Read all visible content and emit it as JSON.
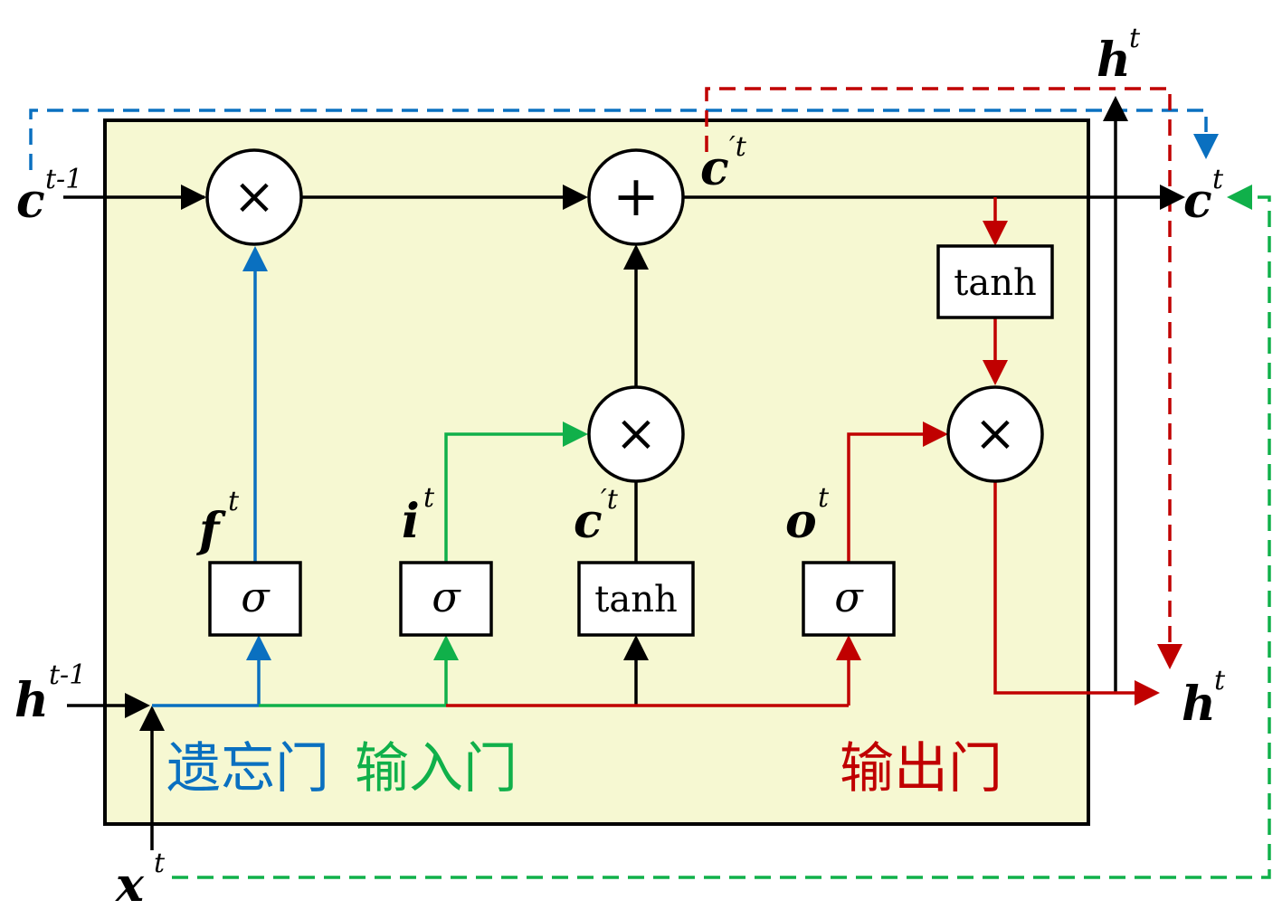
{
  "inputs": {
    "c_prev": {
      "main": "c",
      "sup": "t-1"
    },
    "h_prev": {
      "main": "h",
      "sup": "t-1"
    },
    "x": {
      "main": "x",
      "sup": "t"
    }
  },
  "outputs": {
    "c_out": {
      "main": "c",
      "sup": "t"
    },
    "h_out": {
      "main": "h",
      "sup": "t"
    },
    "h_top": {
      "main": "h",
      "sup": "t"
    }
  },
  "internal": {
    "f": {
      "main": "f",
      "sup": "t"
    },
    "i": {
      "main": "i",
      "sup": "t"
    },
    "o": {
      "main": "o",
      "sup": "t"
    },
    "c_candidate": {
      "main": "c",
      "sup": "′t"
    },
    "c_candidate_top": {
      "main": "c",
      "sup": "′t"
    }
  },
  "operators": {
    "multiply": "×",
    "add": "+"
  },
  "boxes": {
    "sigma": "σ",
    "tanh": "tanh"
  },
  "gates": {
    "forget": "遗忘门",
    "input": "输入门",
    "output": "输出门"
  },
  "colors": {
    "cell_fill": "#f6f8d2",
    "forget": "#0a70c0",
    "input": "#10b04a",
    "output": "#c00000",
    "black": "#000000"
  }
}
